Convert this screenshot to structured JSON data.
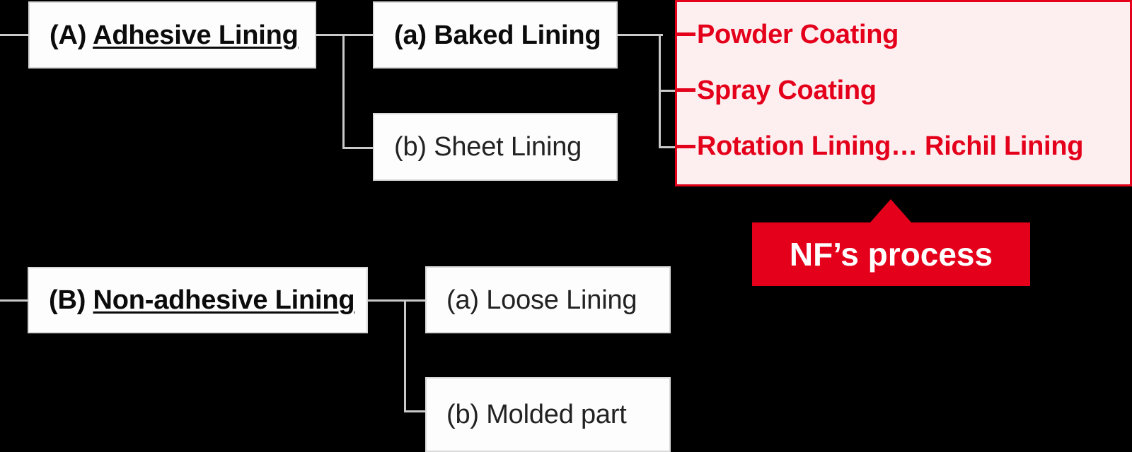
{
  "diagram": {
    "title_colors": {
      "accent_red": "#e4001b",
      "panel_fill": "#fdeff0",
      "box_fill": "#fdfdfd",
      "box_border": "#d9d9d9",
      "connector": "#c9c9c9",
      "background": "#000000"
    },
    "level1": [
      {
        "prefix": "(A) ",
        "underlined": "Adhesive Lining"
      },
      {
        "prefix": "(B) ",
        "underlined": "Non-adhesive Lining"
      }
    ],
    "level2": [
      {
        "label": "(a) Baked Lining",
        "weight": "bold"
      },
      {
        "label": "(b) Sheet Lining",
        "weight": "light"
      },
      {
        "label": "(a) Loose Lining",
        "weight": "light"
      },
      {
        "label": "(b) Molded part",
        "weight": "light"
      }
    ],
    "level3": [
      "Powder Coating",
      "Spray Coating",
      "Rotation Lining… Richil Lining"
    ],
    "callout": {
      "label": "NF’s process"
    }
  }
}
